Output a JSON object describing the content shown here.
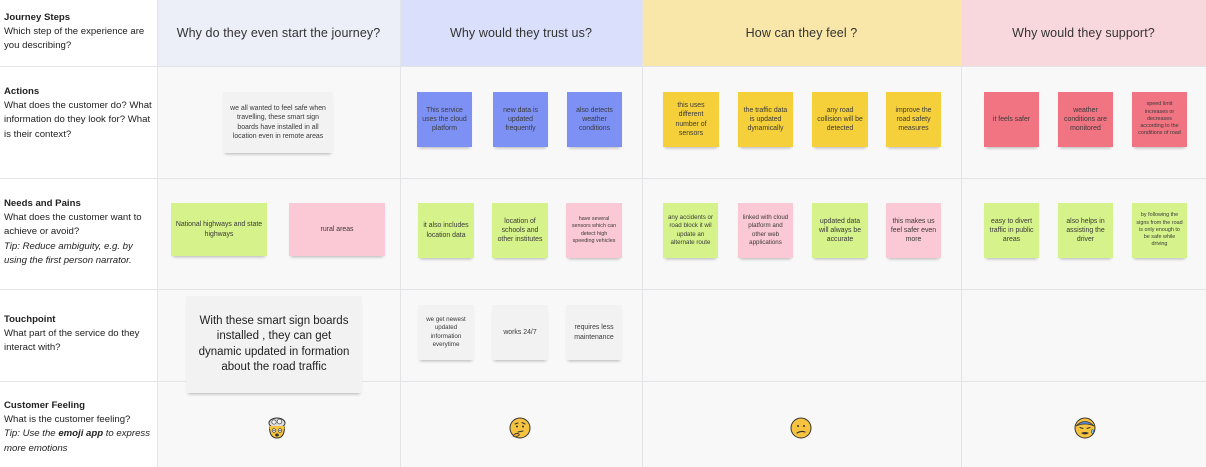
{
  "rows": {
    "journey": {
      "title": "Journey Steps",
      "desc": "Which step of the experience are you describing?"
    },
    "actions": {
      "title": "Actions",
      "desc": "What does the customer do? What information do they look for? What is their context?"
    },
    "needs": {
      "title": "Needs and Pains",
      "desc": "What does the customer want to achieve or avoid?",
      "tip": "Tip: Reduce ambiguity, e.g. by using the first person narrator."
    },
    "touchpoint": {
      "title": "Touchpoint",
      "desc": "What part of the service do they interact with?"
    },
    "feeling": {
      "title": "Customer Feeling",
      "desc": "What is the customer feeling?",
      "tip_prefix": "Tip: Use the ",
      "tip_bold": "emoji app",
      "tip_suffix": " to express more emotions"
    }
  },
  "columns": [
    "Why do they even start the journey?",
    "Why would they trust us?",
    "How can they feel ?",
    "Why would they support?"
  ],
  "colors": {
    "col1": "#eceef8",
    "col2": "#dadffb",
    "col3": "#f9e7a9",
    "col4": "#f9d8dd"
  },
  "stickies": {
    "a1": "we all wanted to feel safe when travelling, these smart sign boards have installed in all location even in remote areas",
    "a2": "This service uses the cloud platform",
    "a3": "new data is updated frequently",
    "a4": "also detects weather conditions",
    "a5": "this uses different number of sensors",
    "a6": "the traffic data is updated dynamically",
    "a7": "any road collision will be detected",
    "a8": "improve the road safety measures",
    "a9": "it feels safer",
    "a10": "weather conditions are monitored",
    "a11": "speed limit increases or decreases according to the conditions of road",
    "n1": "National highways and state highways",
    "n2": "rural areas",
    "n3": "it also includes location data",
    "n4": "location of schools and other institutes",
    "n5": "have several sensors which can detect high speeding vehicles",
    "n6": "any accidents or road block it wil update an alternate route",
    "n7": "linked with cloud platform and other web applications",
    "n8": "updated data will always be accurate",
    "n9": "this makes us feel safer even more",
    "n10": "easy to divert traffic in public areas",
    "n11": "also helps in assisting the driver",
    "n12": "by following the signs from the road is only enough to be safe while driving",
    "t1": "With these smart sign boards installed , they can get dynamic updated in formation about the road traffic",
    "t2": "we get newest updated information everytime",
    "t3": "works 24/7",
    "t4": "requires less maintenance"
  },
  "emojis": [
    "exploding-head-emoji",
    "thinking-face-emoji",
    "confused-face-emoji",
    "hot-face-emoji"
  ]
}
